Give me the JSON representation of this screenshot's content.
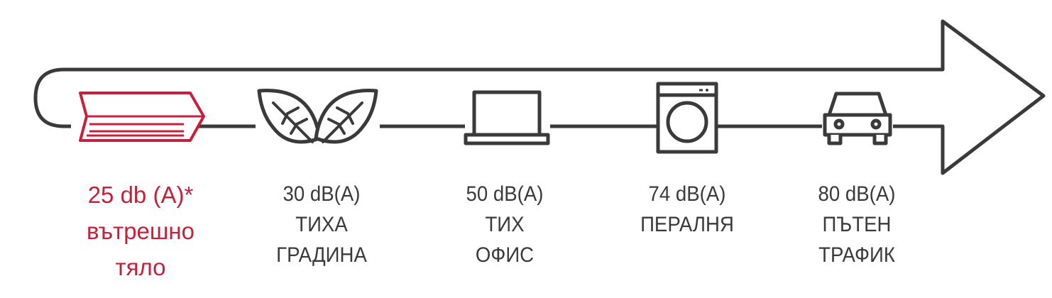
{
  "colors": {
    "accent": "#c8203a",
    "ink": "#3a3a3a"
  },
  "scale": {
    "items": [
      {
        "icon": "indoor-unit-icon",
        "level": "25 db (A)*",
        "label_lines": [
          "вътрешно",
          "тяло"
        ],
        "highlighted": true
      },
      {
        "icon": "leaves-icon",
        "level": "30 dB(A)",
        "label_lines": [
          "ТИХА",
          "ГРАДИНА"
        ],
        "highlighted": false
      },
      {
        "icon": "laptop-icon",
        "level": "50 dB(A)",
        "label_lines": [
          "ТИХ",
          "ОФИС"
        ],
        "highlighted": false
      },
      {
        "icon": "washing-machine-icon",
        "level": "74 dB(A)",
        "label_lines": [
          "ПЕРАЛНЯ"
        ],
        "highlighted": false
      },
      {
        "icon": "car-icon",
        "level": "80 dB(A)",
        "label_lines": [
          "ПЪТЕН",
          "ТРАФИК"
        ],
        "highlighted": false
      }
    ]
  }
}
